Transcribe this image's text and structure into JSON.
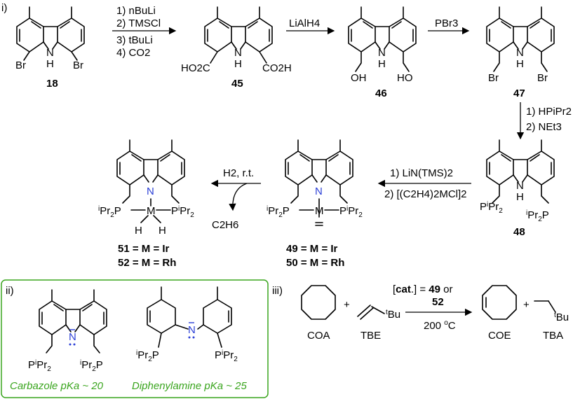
{
  "panel_labels": {
    "i": "i)",
    "ii": "ii)",
    "iii": "iii)"
  },
  "compounds": {
    "c18": "18",
    "c45": "45",
    "c46": "46",
    "c47": "47",
    "c48": "48",
    "c49_50": [
      "49 = M = Ir",
      "50 = M = Rh"
    ],
    "c51_52": [
      "51 = M = Ir",
      "52 = M = Rh"
    ]
  },
  "atoms": {
    "N": "N",
    "H": "H",
    "Br": "Br",
    "M": "M",
    "P": "P",
    "CO2H": "CO2H",
    "HO2C": "HO2C",
    "OH": "OH",
    "HO": "HO",
    "iPr2": "iPr2",
    "tBu": "tBu"
  },
  "reagents": {
    "step1": [
      "1) nBuLi",
      "2) TMSCl",
      "3) tBuLi",
      "4) CO2"
    ],
    "step2": "LiAlH4",
    "step3": "PBr3",
    "step4": [
      "1) HPiPr2",
      "2) NEt3"
    ],
    "step5": [
      "1) LiN(TMS)2",
      "2) [(C2H4)2MCl]2"
    ],
    "step6": [
      "H2, r.t.",
      "C2H6"
    ]
  },
  "panel_ii": {
    "captions": [
      "Carbazole pKa ~ 20",
      "Diphenylamine pKa ~ 25"
    ],
    "color": "#3aa51e"
  },
  "panel_iii": {
    "labels": [
      "COA",
      "TBE",
      "COE",
      "TBA"
    ],
    "plus": "+",
    "cat": "[cat.] = 49 or",
    "cat2": "52",
    "temp": "200 oC"
  },
  "colors": {
    "nitrogen": "#2b3fd6",
    "box": "#3aa51e"
  }
}
